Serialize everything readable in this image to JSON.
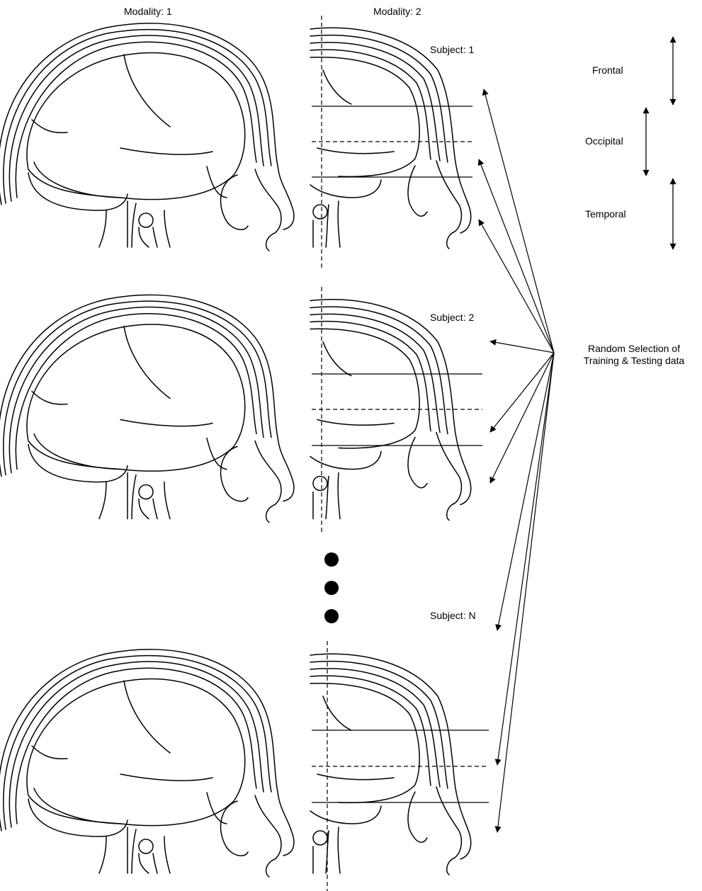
{
  "columns": {
    "modality1": "Modality: 1",
    "modality2": "Modality: 2"
  },
  "subjects": [
    {
      "label": "Subject: 1"
    },
    {
      "label": "Subject: 2"
    },
    {
      "label": "Subject: N"
    }
  ],
  "lobes": {
    "frontal": "Frontal",
    "occipital": "Occipital",
    "temporal": "Temporal"
  },
  "selection": {
    "line1": "Random Selection of",
    "line2": "Training & Testing data"
  },
  "colors": {
    "stroke": "#000000",
    "background": "#ffffff"
  }
}
